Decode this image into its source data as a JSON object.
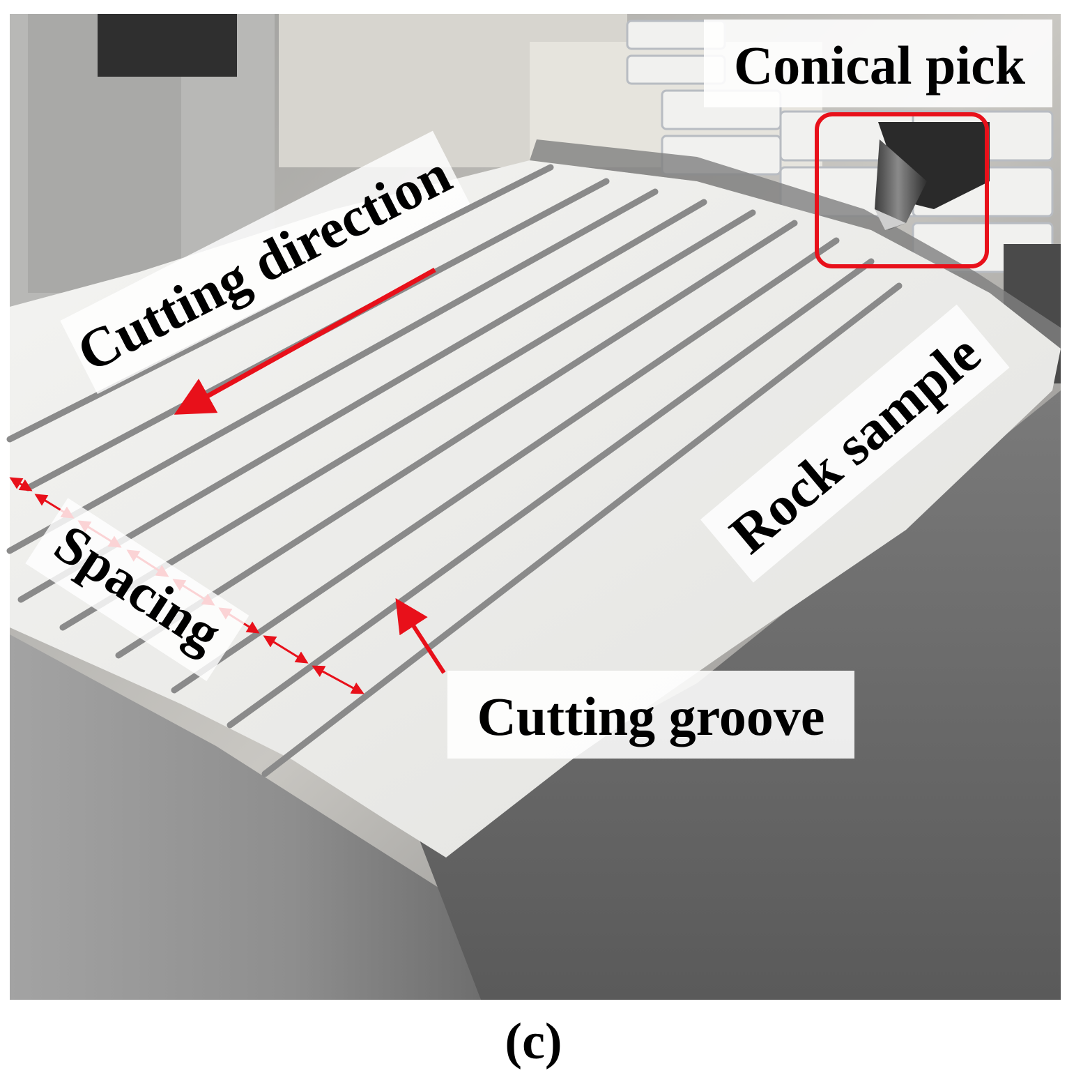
{
  "labels": {
    "conical_pick": "Conical pick",
    "cutting_direction": "Cutting direction",
    "rock_sample": "Rock sample",
    "spacing": "Spacing",
    "cutting_groove": "Cutting groove"
  },
  "panel_letter": "(c)",
  "colors": {
    "annotation_red": "#e8101a",
    "groove_gray": "#8a8a8a",
    "rock_surface": "#ececea",
    "rock_side": "#8c8c8c",
    "background_dark": "#3a3a3a"
  },
  "icons": {
    "pick": "conical-pick-icon",
    "arrow": "red-arrow-icon"
  }
}
